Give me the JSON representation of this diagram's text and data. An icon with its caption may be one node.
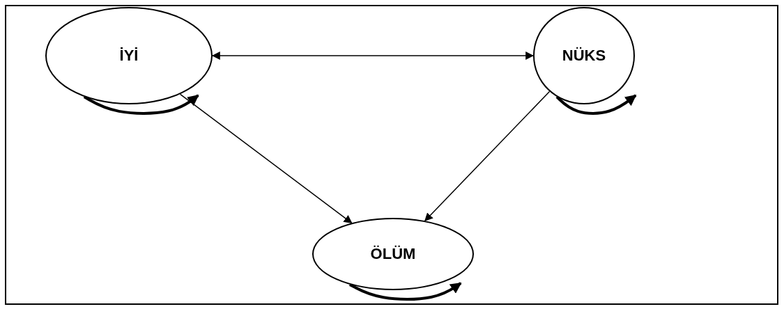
{
  "diagram": {
    "nodes": [
      {
        "text": [
          "İYİ"
        ]
      },
      {
        "text": [
          "NÜKS"
        ]
      },
      {
        "text": [
          "ÖLÜM"
        ]
      }
    ],
    "edges": [
      {
        "from": 0,
        "to": 1,
        "arrow": "both"
      },
      {
        "from": 0,
        "to": 2,
        "arrow": "to"
      },
      {
        "from": 1,
        "to": 2,
        "arrow": "to"
      },
      {
        "from": 0,
        "to": 0,
        "arrow": "to",
        "style": "thick"
      },
      {
        "from": 1,
        "to": 1,
        "arrow": "to",
        "style": "thick"
      },
      {
        "from": 2,
        "to": 2,
        "arrow": "to",
        "style": "thick"
      }
    ]
  }
}
